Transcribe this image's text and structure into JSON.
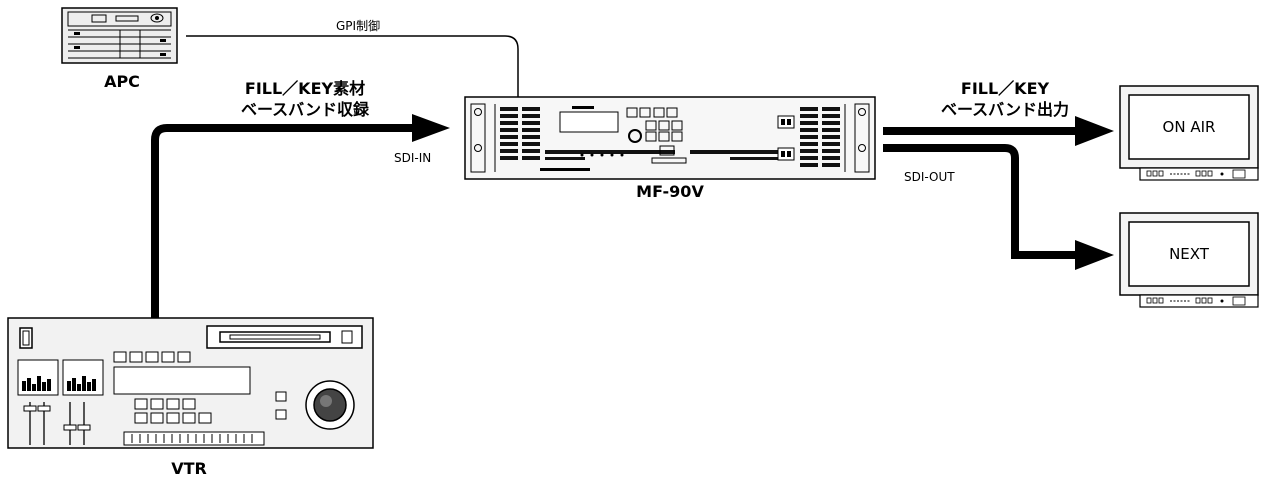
{
  "devices": {
    "apc": "APC",
    "vtr": "VTR",
    "mf90v": "MF-90V",
    "monitor_onair": "ON AIR",
    "monitor_next": "NEXT"
  },
  "labels": {
    "gpi": "GPI制御",
    "input_line1": "FILL／KEY素材",
    "input_line2": "ベースバンド収録",
    "sdi_in": "SDI-IN",
    "output_line1": "FILL／KEY",
    "output_line2": "ベースバンド出力",
    "sdi_out": "SDI-OUT"
  },
  "colors": {
    "line": "#000000",
    "device_fill": "#f2f2f2",
    "screen_fill": "#ffffff"
  }
}
